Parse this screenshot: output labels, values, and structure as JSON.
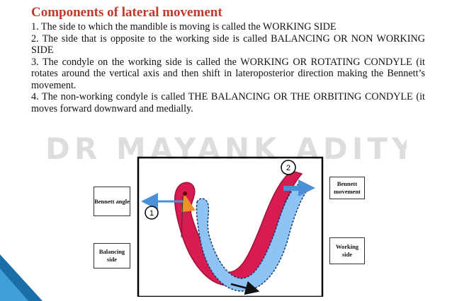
{
  "title": "Components of lateral movement",
  "items": [
    "1. The side to which the mandible is moving is called the WORKING SIDE",
    "2. The side that is opposite to the working side is called BALANCING OR NON WORKING SIDE",
    "3. The condyle on the working side is called the WORKING OR ROTATING CONDYLE (it rotates around the vertical axis and then shift in lateroposterior direction making the Bennett’s movement.",
    "4. The non-working condyle is called THE BALANCING OR THE ORBITING CONDYLE (it moves forward downward and medially."
  ],
  "watermark": "DR MAYANK ADITYA N",
  "diagram": {
    "labels": {
      "bennett_angle": "Bennett angle",
      "balancing_side": "Balancing side",
      "bennett_movement": "Bennett movement",
      "working_side": "Working side"
    },
    "markers": {
      "one": "1",
      "two": "2"
    },
    "colors": {
      "mandible_original": "#d81b50",
      "mandible_shifted": "#8ec3f5",
      "arrow": "#4a90d9",
      "frame": "#000000",
      "accent": "#1a6fa8"
    }
  }
}
